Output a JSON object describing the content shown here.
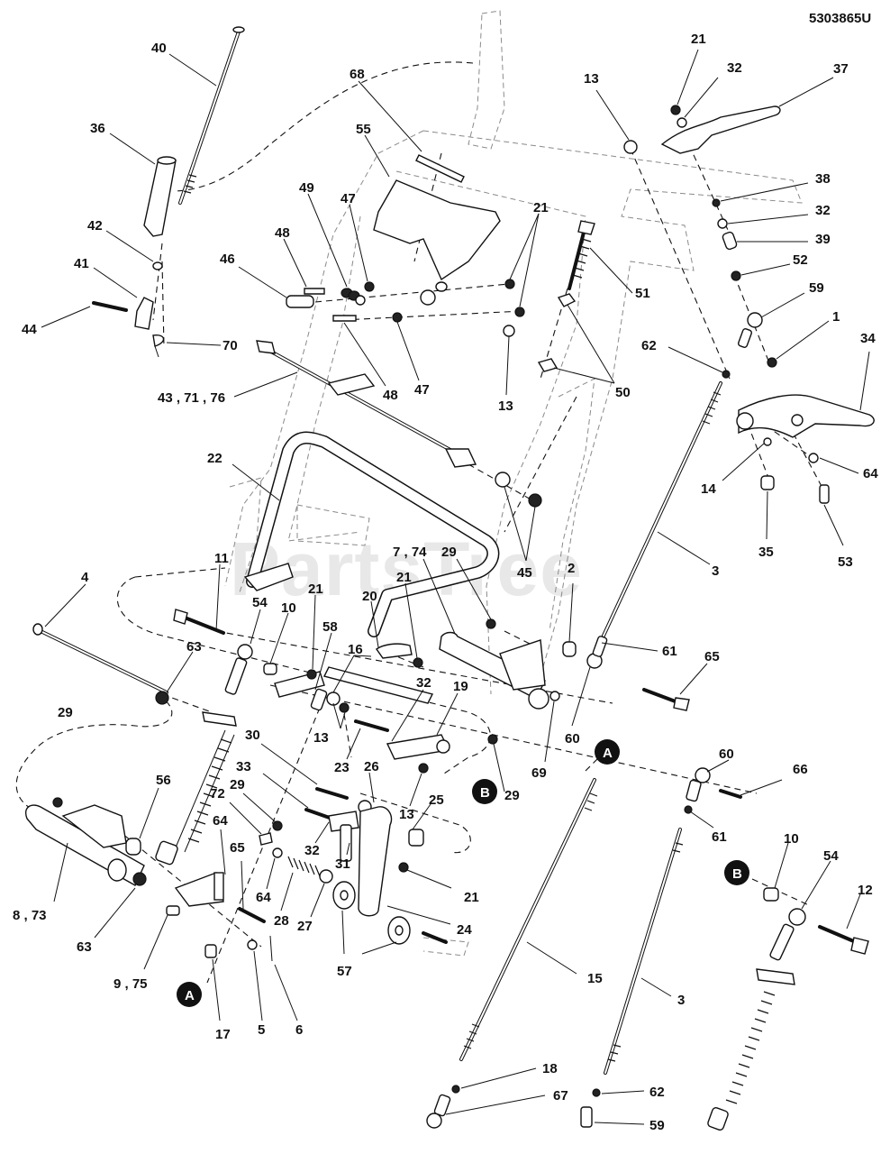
{
  "diagram": {
    "code": "5303865U",
    "watermark": "PartsTree",
    "callouts": [
      {
        "id": "c40",
        "text": "40"
      },
      {
        "id": "c36",
        "text": "36"
      },
      {
        "id": "c42",
        "text": "42"
      },
      {
        "id": "c41",
        "text": "41"
      },
      {
        "id": "c44",
        "text": "44"
      },
      {
        "id": "c70",
        "text": "70"
      },
      {
        "id": "c68",
        "text": "68"
      },
      {
        "id": "c55",
        "text": "55"
      },
      {
        "id": "c49",
        "text": "49"
      },
      {
        "id": "c47a",
        "text": "47"
      },
      {
        "id": "c48a",
        "text": "48"
      },
      {
        "id": "c46",
        "text": "46"
      },
      {
        "id": "c48b",
        "text": "48"
      },
      {
        "id": "c47b",
        "text": "47"
      },
      {
        "id": "c21a",
        "text": "21"
      },
      {
        "id": "c13a",
        "text": "13"
      },
      {
        "id": "c51",
        "text": "51"
      },
      {
        "id": "c50",
        "text": "50"
      },
      {
        "id": "c43",
        "text": "43 , 71 , 76"
      },
      {
        "id": "c13b",
        "text": "13"
      },
      {
        "id": "c21b",
        "text": "21"
      },
      {
        "id": "c32a",
        "text": "32"
      },
      {
        "id": "c37",
        "text": "37"
      },
      {
        "id": "c38",
        "text": "38"
      },
      {
        "id": "c32b",
        "text": "32"
      },
      {
        "id": "c39",
        "text": "39"
      },
      {
        "id": "c52",
        "text": "52"
      },
      {
        "id": "c59a",
        "text": "59"
      },
      {
        "id": "c1",
        "text": "1"
      },
      {
        "id": "c62a",
        "text": "62"
      },
      {
        "id": "c34",
        "text": "34"
      },
      {
        "id": "c14",
        "text": "14"
      },
      {
        "id": "c64a",
        "text": "64"
      },
      {
        "id": "c35",
        "text": "35"
      },
      {
        "id": "c53",
        "text": "53"
      },
      {
        "id": "c3a",
        "text": "3"
      },
      {
        "id": "c22",
        "text": "22"
      },
      {
        "id": "c45",
        "text": "45"
      },
      {
        "id": "c11",
        "text": "11"
      },
      {
        "id": "c4",
        "text": "4"
      },
      {
        "id": "c54a",
        "text": "54"
      },
      {
        "id": "c10a",
        "text": "10"
      },
      {
        "id": "c21c",
        "text": "21"
      },
      {
        "id": "c58",
        "text": "58"
      },
      {
        "id": "c20",
        "text": "20"
      },
      {
        "id": "c21d",
        "text": "21"
      },
      {
        "id": "c7",
        "text": "7 , 74"
      },
      {
        "id": "c29a",
        "text": "29"
      },
      {
        "id": "c2",
        "text": "2"
      },
      {
        "id": "c61a",
        "text": "61"
      },
      {
        "id": "c65a",
        "text": "65"
      },
      {
        "id": "c63a",
        "text": "63"
      },
      {
        "id": "c16",
        "text": "16"
      },
      {
        "id": "c32c",
        "text": "32"
      },
      {
        "id": "c19",
        "text": "19"
      },
      {
        "id": "c29b",
        "text": "29"
      },
      {
        "id": "c13c",
        "text": "13"
      },
      {
        "id": "c23",
        "text": "23"
      },
      {
        "id": "c26",
        "text": "26"
      },
      {
        "id": "c29c",
        "text": "29"
      },
      {
        "id": "c69",
        "text": "69"
      },
      {
        "id": "c60a",
        "text": "60"
      },
      {
        "id": "c60b",
        "text": "60"
      },
      {
        "id": "c66",
        "text": "66"
      },
      {
        "id": "c30",
        "text": "30"
      },
      {
        "id": "c33",
        "text": "33"
      },
      {
        "id": "c13d",
        "text": "13"
      },
      {
        "id": "c25",
        "text": "25"
      },
      {
        "id": "c61b",
        "text": "61"
      },
      {
        "id": "c56",
        "text": "56"
      },
      {
        "id": "c72",
        "text": "72"
      },
      {
        "id": "c29d",
        "text": "29"
      },
      {
        "id": "c64b",
        "text": "64"
      },
      {
        "id": "c32d",
        "text": "32"
      },
      {
        "id": "c31",
        "text": "31"
      },
      {
        "id": "c21e",
        "text": "21"
      },
      {
        "id": "c65b",
        "text": "65"
      },
      {
        "id": "c64c",
        "text": "64"
      },
      {
        "id": "c28",
        "text": "28"
      },
      {
        "id": "c27",
        "text": "27"
      },
      {
        "id": "c24",
        "text": "24"
      },
      {
        "id": "c8",
        "text": "8 , 73"
      },
      {
        "id": "c63b",
        "text": "63"
      },
      {
        "id": "c9",
        "text": "9 , 75"
      },
      {
        "id": "c57",
        "text": "57"
      },
      {
        "id": "c17",
        "text": "17"
      },
      {
        "id": "c5",
        "text": "5"
      },
      {
        "id": "c6",
        "text": "6"
      },
      {
        "id": "c15",
        "text": "15"
      },
      {
        "id": "c3b",
        "text": "3"
      },
      {
        "id": "c10b",
        "text": "10"
      },
      {
        "id": "c54b",
        "text": "54"
      },
      {
        "id": "c12",
        "text": "12"
      },
      {
        "id": "c18",
        "text": "18"
      },
      {
        "id": "c67",
        "text": "67"
      },
      {
        "id": "c62b",
        "text": "62"
      },
      {
        "id": "c59b",
        "text": "59"
      }
    ],
    "badges": [
      {
        "id": "bA1",
        "text": "A"
      },
      {
        "id": "bB1",
        "text": "B"
      },
      {
        "id": "bA2",
        "text": "A"
      },
      {
        "id": "bB2",
        "text": "B"
      }
    ]
  }
}
